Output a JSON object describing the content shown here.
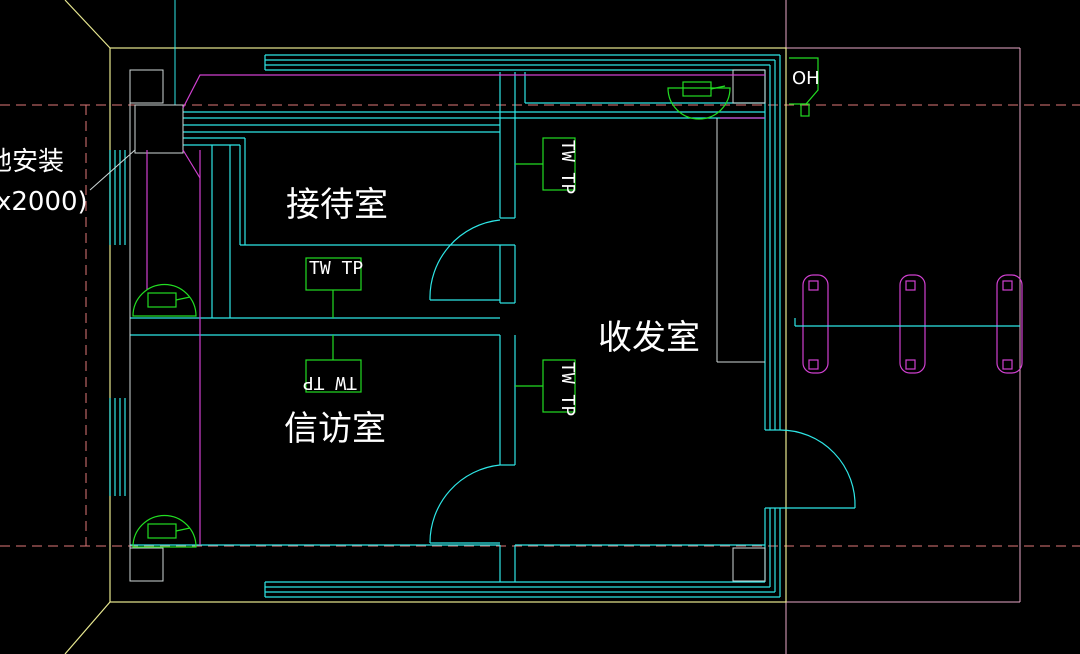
{
  "drawing": {
    "rooms": {
      "reception": "接待室",
      "mailroom": "收发室",
      "petition": "信访室"
    },
    "tags": {
      "tw_tp_corridor": "TW TP",
      "tw_tp_mail_upper": "TW TP",
      "tw_tp_mail_lower": "TW TP",
      "tw_tp_petition": "TW TP"
    },
    "oh_label": "OH",
    "side_note_line1": "地安装",
    "side_note_line2": "x2000)"
  },
  "colors": {
    "background": "#000000",
    "wall_cyan": "#2ee6e6",
    "pipe_magenta": "#d040d0",
    "wall_outline": "#cfd8d8",
    "device_green": "#22dd22",
    "axis_dashed": "#e07878",
    "boundary_yellow": "#e8e890",
    "grid_pink": "#e8a8c8",
    "label_white": "#ffffff"
  }
}
